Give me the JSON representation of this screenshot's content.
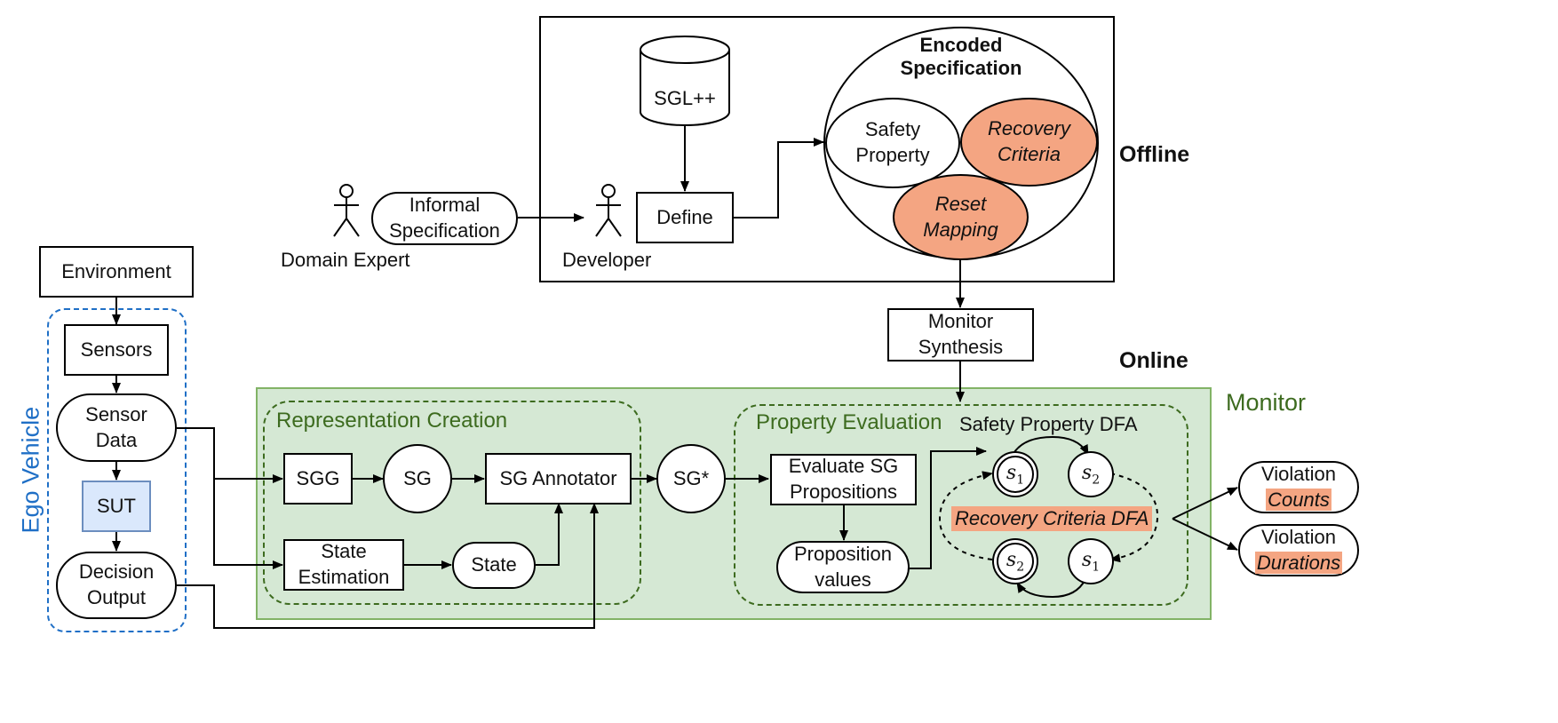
{
  "offline": {
    "label": "Offline",
    "sgl": "SGL++",
    "define": "Define",
    "informal_spec_line1": "Informal",
    "informal_spec_line2": "Specification",
    "domain_expert": "Domain Expert",
    "developer": "Developer",
    "encoded_spec_line1": "Encoded",
    "encoded_spec_line2": "Specification",
    "safety_property_line1": "Safety",
    "safety_property_line2": "Property",
    "recovery_criteria_line1": "Recovery",
    "recovery_criteria_line2": "Criteria",
    "reset_mapping_line1": "Reset",
    "reset_mapping_line2": "Mapping"
  },
  "online": {
    "label": "Online",
    "monitor_synthesis_line1": "Monitor",
    "monitor_synthesis_line2": "Synthesis",
    "monitor": "Monitor"
  },
  "ego": {
    "label": "Ego Vehicle",
    "environment": "Environment",
    "sensors": "Sensors",
    "sensor_data_line1": "Sensor",
    "sensor_data_line2": "Data",
    "sut": "SUT",
    "decision_line1": "Decision",
    "decision_line2": "Output"
  },
  "representation": {
    "title": "Representation Creation",
    "sgg": "SGG",
    "sg": "SG",
    "annotator": "SG Annotator",
    "state_estimation_line1": "State",
    "state_estimation_line2": "Estimation",
    "state": "State",
    "sg_star": "SG*"
  },
  "evaluation": {
    "title": "Property Evaluation",
    "dfa_title": "Safety Property DFA",
    "evaluate_line1": "Evaluate SG",
    "evaluate_line2": "Propositions",
    "proposition_line1": "Proposition",
    "proposition_line2": "values",
    "recovery_dfa": "Recovery Criteria DFA",
    "s_var": "s",
    "sub1": "1",
    "sub2": "2"
  },
  "outputs": {
    "violation": "Violation",
    "counts": "Counts",
    "durations": "Durations"
  },
  "colors": {
    "orange": "#f4a582",
    "green_fill": "#d5e8d4",
    "green_border": "#82b366",
    "green_text": "#3d6b1f",
    "blue": "#1f6fc6",
    "sut_fill": "#dae8fc",
    "sut_border": "#6c8ebf"
  }
}
